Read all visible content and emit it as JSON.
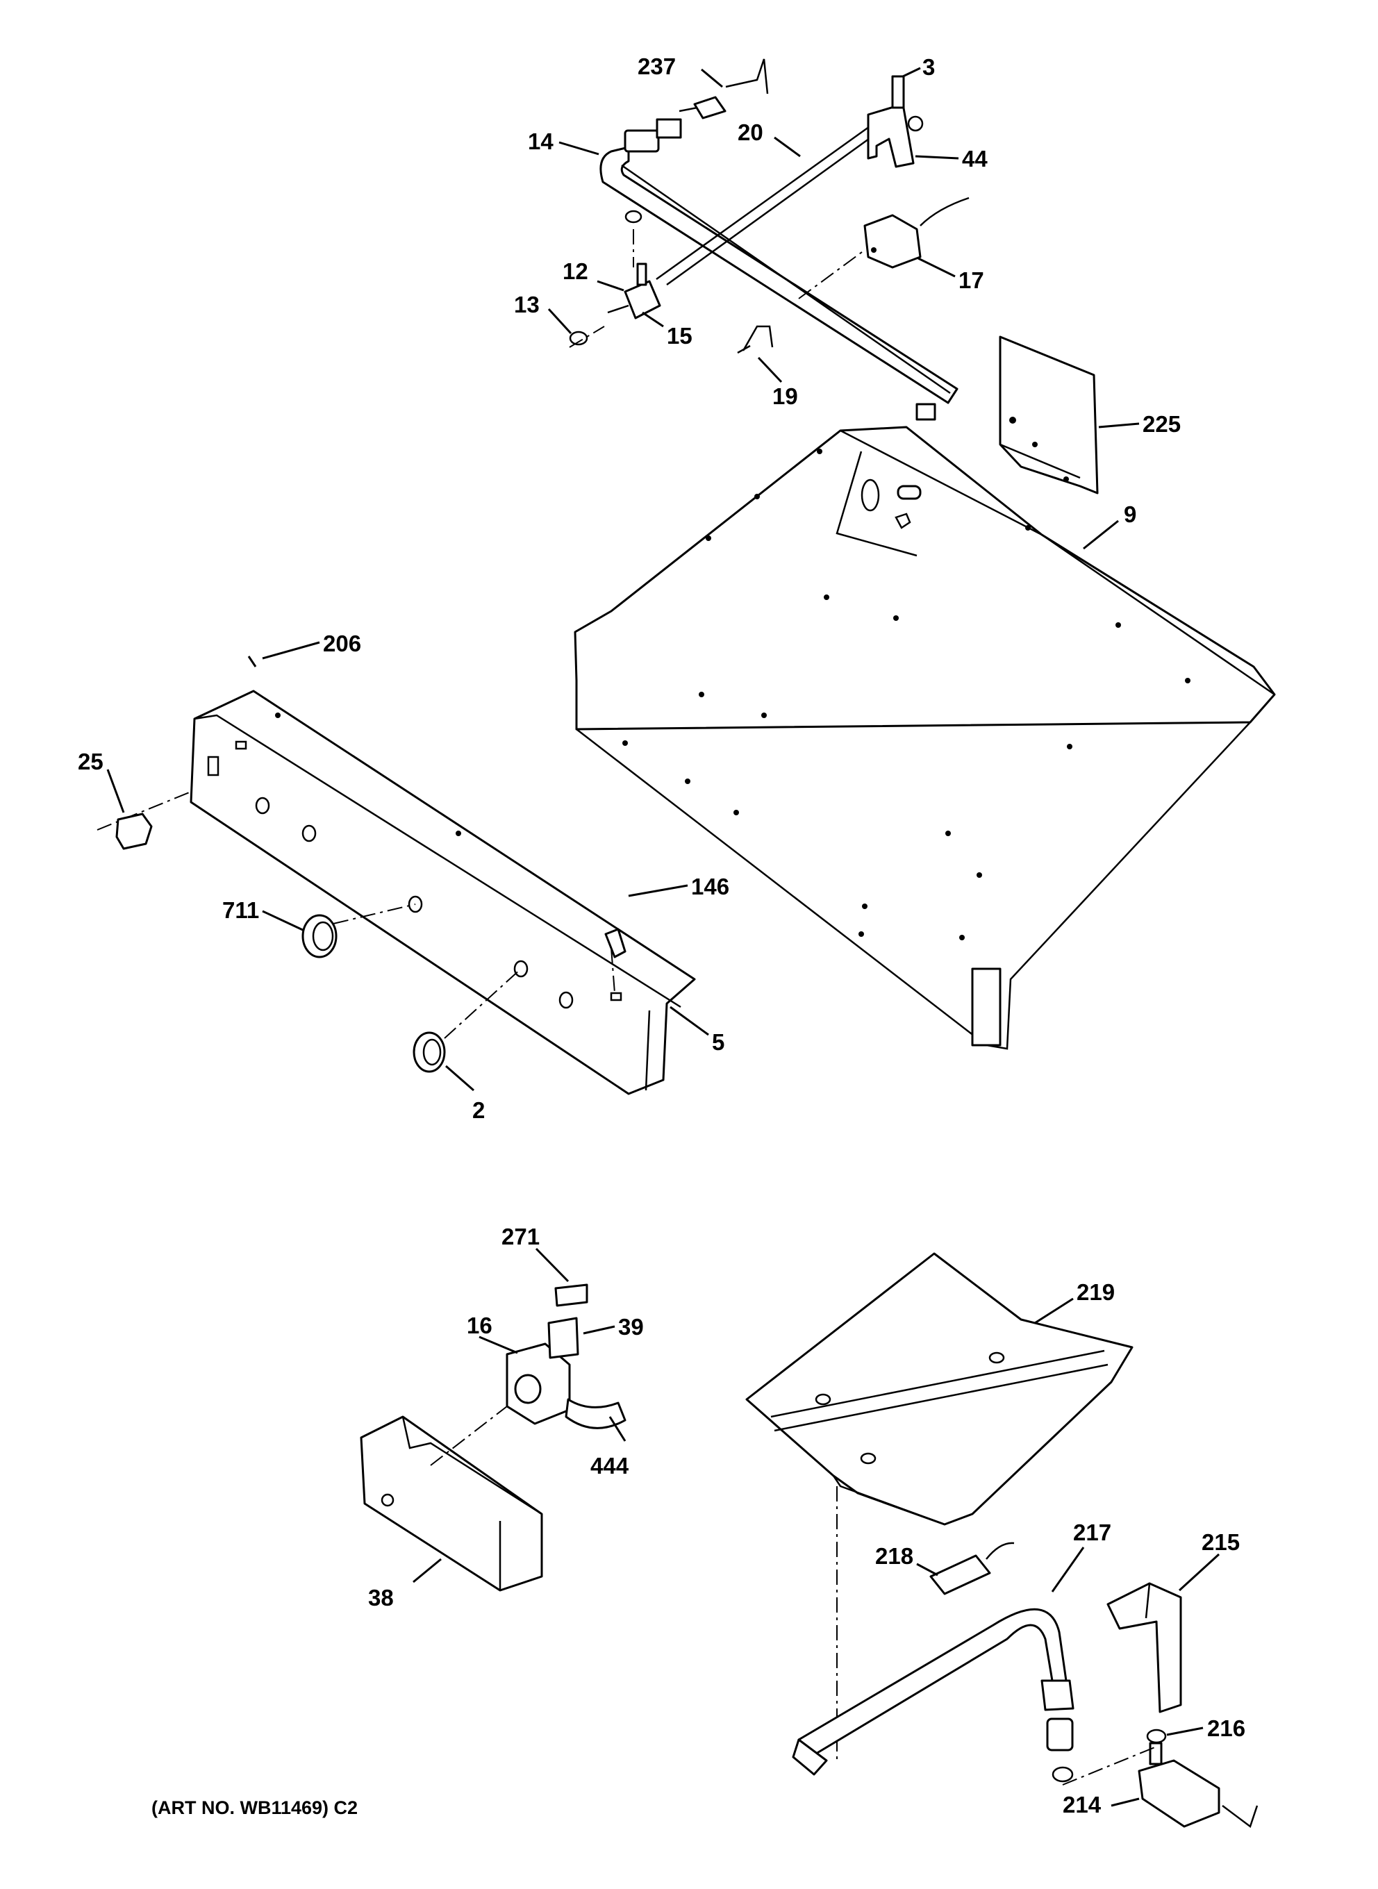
{
  "callouts": {
    "c237": "237",
    "c3": "3",
    "c14": "14",
    "c20": "20",
    "c44": "44",
    "c12": "12",
    "c13": "13",
    "c15": "15",
    "c17": "17",
    "c19": "19",
    "c225": "225",
    "c9": "9",
    "c206": "206",
    "c25": "25",
    "c146": "146",
    "c711": "711",
    "c5": "5",
    "c2": "2",
    "c271": "271",
    "c16": "16",
    "c39": "39",
    "c444": "444",
    "c38": "38",
    "c219": "219",
    "c217": "217",
    "c218": "218",
    "c215": "215",
    "c216": "216",
    "c214": "214"
  },
  "caption": "(ART NO. WB11469) C2",
  "colors": {
    "ink": "#000000",
    "paper": "#ffffff"
  }
}
